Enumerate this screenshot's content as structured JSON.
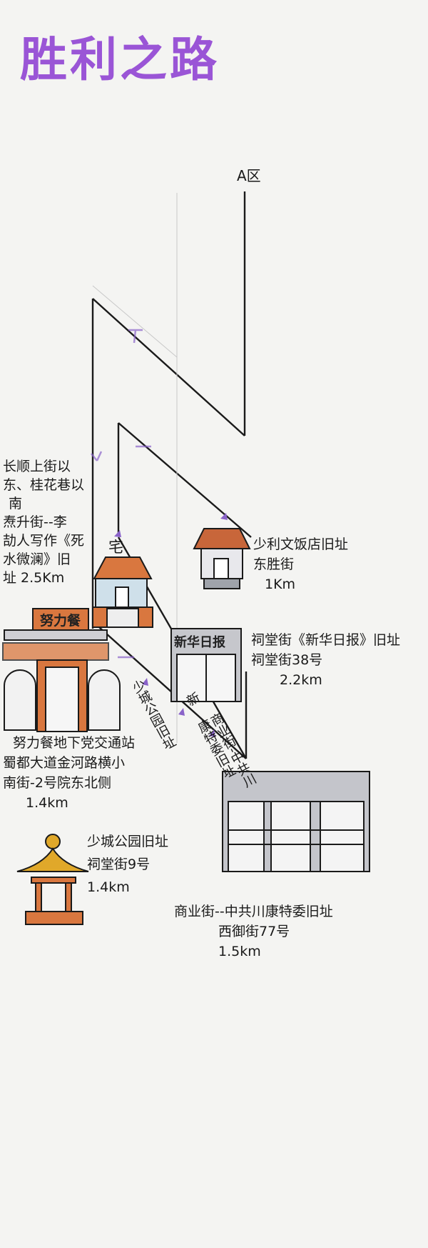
{
  "title": "胜利之路",
  "area_label": "A区",
  "sites": [
    {
      "name": "少利文饭店旧址",
      "address": "东胜街",
      "distance": "1Km"
    },
    {
      "name": "祠堂街《新华日报》旧址",
      "address": "祠堂街38号",
      "distance": "2.2km",
      "sign": "新华日报"
    },
    {
      "name": "长顺上街以东、桂花巷以南",
      "detail_lines": [
        "长顺上街以",
        "东、桂花巷以",
        "南",
        "焘升街--李",
        "劼人写作《死",
        "水微澜》旧",
        "址 2.5Km"
      ],
      "sign": "宅"
    },
    {
      "name": "努力餐地下党交通站",
      "sign": "努力餐",
      "address_lines": [
        "蜀都大道金河路横小",
        "南街-2号院东北侧"
      ],
      "distance": "1.4km"
    },
    {
      "name": "少城公园旧址",
      "address": "祠堂街9号",
      "distance": "1.4km"
    },
    {
      "name": "商业街--中共川康特委旧址",
      "address": "西御街77号",
      "distance": "1.5km"
    }
  ],
  "route_vertical_labels": [
    "少城公园旧址",
    "新",
    "商业街-中共川康特委旧址"
  ],
  "colors": {
    "title": "#9a55d6",
    "marker": "#8a63c9",
    "roof_orange": "#d9773f",
    "roof_yellow": "#e0a82a",
    "gray": "#b8b9bf"
  }
}
